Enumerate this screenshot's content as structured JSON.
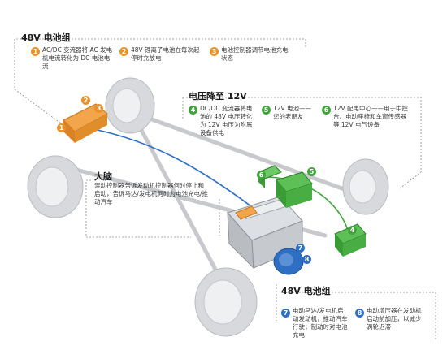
{
  "sections": {
    "battery_top": "48V 电池组",
    "voltage_down": "电压降至 12V",
    "brain": "大脑",
    "battery_bottom": "48V 电池组"
  },
  "callouts": [
    {
      "num": "1",
      "text": "AC/DC 变流器将 AC 发电机电流转化为 DC 电池电流"
    },
    {
      "num": "2",
      "text": "48V 锂离子电池在每次起停时充放电"
    },
    {
      "num": "3",
      "text": "电池控制器调节电池充电状态"
    },
    {
      "num": "4",
      "text": "DC/DC 变流器将电池的 48V 电压转化为 12V 电压为附属设备供电"
    },
    {
      "num": "5",
      "text": "12V 电池——您的老朋友"
    },
    {
      "num": "6",
      "text": "12V 配电中心——用于中控台、电动座椅和车窗传感器等 12V 电气设备"
    },
    {
      "num": "brain",
      "text": "混动控制器告诉发动机控制器何时停止和启动，告诉马达/发电机何时为电池充电/推动汽车"
    },
    {
      "num": "7",
      "text": "电动马达/发电机启动发动机，推动汽车行驶；制动时对电池充电"
    },
    {
      "num": "8",
      "text": "电动增压器在发动机启动前加压，以减少涡轮迟滞"
    }
  ],
  "colors": {
    "orange": "#e9922b",
    "green": "#3fa63b",
    "blue": "#2f6fc3",
    "line": "#9a9a9a"
  },
  "icons": [
    "tire",
    "engine",
    "battery-module",
    "converter-module"
  ]
}
